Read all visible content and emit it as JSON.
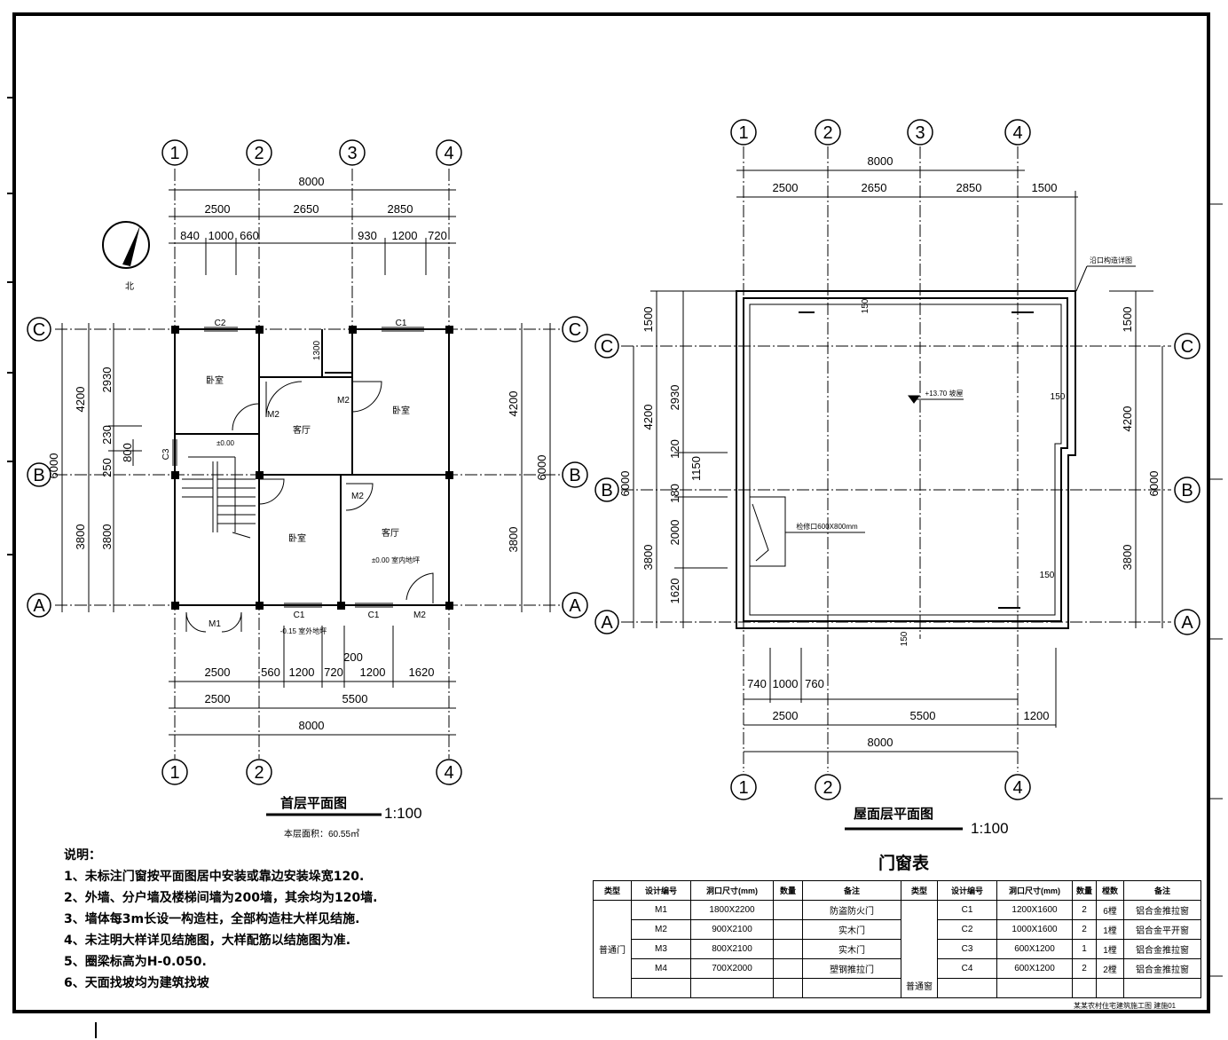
{
  "ground_plan": {
    "title": "首层平面图",
    "scale": "1:100",
    "area_note": "本层面积：60.55㎡",
    "axes_top": [
      "1",
      "2",
      "3",
      "4"
    ],
    "axes_bottom": [
      "1",
      "2",
      "4"
    ],
    "axes_side": [
      "C",
      "B",
      "A"
    ],
    "dims_top_total": "8000",
    "dims_top_spans": [
      "2500",
      "2650",
      "2850"
    ],
    "dims_top_windows": [
      "840",
      "1000",
      "660",
      "930",
      "1200",
      "720"
    ],
    "dims_left": [
      "4200",
      "2930",
      "230",
      "250",
      "3800",
      "3800",
      "6000",
      "800"
    ],
    "dims_right": [
      "4200",
      "3800",
      "6000"
    ],
    "dims_bottom_windows": [
      "2500",
      "560",
      "1200",
      "720",
      "200",
      "1200",
      "1620"
    ],
    "dims_bottom_spans": [
      "2500",
      "5500"
    ],
    "dims_bottom_total": "8000",
    "dim_1300": "1300",
    "rooms": [
      "卧室",
      "客厅",
      "卧室",
      "卧室",
      "客厅"
    ],
    "labels": {
      "c2": "C2",
      "c1_top": "C1",
      "c3": "C3",
      "m2_a": "M2",
      "m2_b": "M2",
      "m2_c": "M2",
      "m2_d": "M2",
      "m1": "M1",
      "c1_b1": "C1",
      "c1_b2": "C1"
    },
    "elevations": [
      "±0.00",
      "±0.00 室内地坪",
      "-0.15 室外地坪"
    ],
    "north": "北"
  },
  "roof_plan": {
    "title": "屋面层平面图",
    "scale": "1:100",
    "axes_top": [
      "1",
      "2",
      "3",
      "4"
    ],
    "axes_bottom": [
      "1",
      "2",
      "4"
    ],
    "axes_side": [
      "C",
      "B",
      "A"
    ],
    "dims_top_total": "8000",
    "dims_top_spans": [
      "2500",
      "2650",
      "2850",
      "1500"
    ],
    "dims_left": [
      "1500",
      "4200",
      "2930",
      "120",
      "1150",
      "6000",
      "180",
      "2000",
      "3800",
      "1620"
    ],
    "dims_right": [
      "1500",
      "4200",
      "6000",
      "3800"
    ],
    "dims_bottom_windows": [
      "740",
      "1000",
      "760"
    ],
    "dims_bottom_spans": [
      "2500",
      "5500",
      "1200"
    ],
    "dims_bottom_total": "8000",
    "offsets": [
      "150",
      "150",
      "150",
      "150"
    ],
    "elevation": "+13.70 坡屋",
    "gutter_note": "沿口构造详图",
    "hatch_note": "检修口600X800mm"
  },
  "notes": [
    "说明：",
    "1、未标注门窗按平面图居中安装或靠边安装垛宽120.",
    "2、外墙、分户墙及楼梯间墙为200墙，其余均为120墙.",
    "3、墙体每3m长设一构造柱，全部构造柱大样见结施.",
    "4、未注明大样详见结施图，大样配筋以结施图为准.",
    "5、圈梁标高为H-0.050.",
    "6、天面找坡均为建筑找坡"
  ],
  "door_window_table": {
    "title": "门窗表",
    "header": [
      "类型",
      "设计编号",
      "洞口尺寸(mm)",
      "数量",
      "备注",
      "类型",
      "设计编号",
      "洞口尺寸(mm)",
      "数量",
      "樘数",
      "备注"
    ],
    "left_type": "普通门",
    "right_type": "普通窗",
    "left_rows": [
      [
        "M1",
        "1800X2200",
        "",
        "防盗防火门"
      ],
      [
        "M2",
        "900X2100",
        "",
        "实木门"
      ],
      [
        "M3",
        "800X2100",
        "",
        "实木门"
      ],
      [
        "M4",
        "700X2000",
        "",
        "塑钢推拉门"
      ]
    ],
    "right_rows": [
      [
        "C1",
        "1200X1600",
        "2",
        "6樘",
        "铝合金推拉窗"
      ],
      [
        "C2",
        "1000X1600",
        "2",
        "1樘",
        "铝合金平开窗"
      ],
      [
        "C3",
        "600X1200",
        "1",
        "1樘",
        "铝合金推拉窗"
      ],
      [
        "C4",
        "600X1200",
        "2",
        "2樘",
        "铝合金推拉窗"
      ]
    ]
  },
  "footer_stamp": "某某农村住宅建筑施工图  建施01"
}
